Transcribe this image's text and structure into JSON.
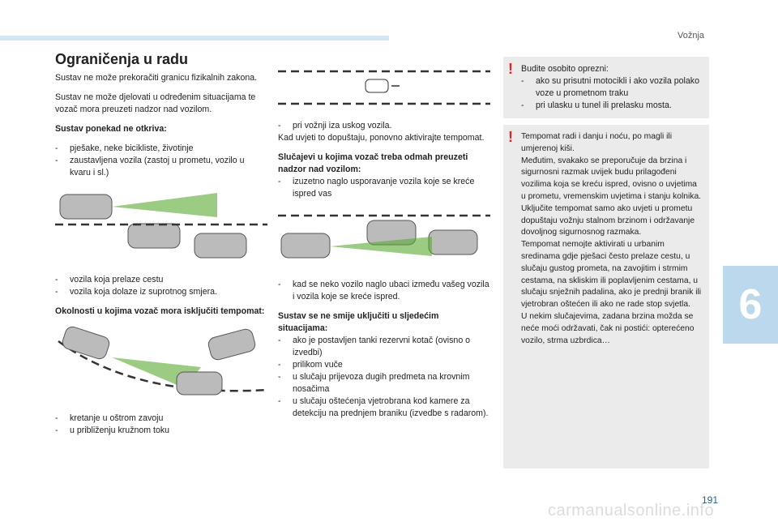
{
  "header": {
    "section": "Vožnja"
  },
  "chapter": "6",
  "page_number": "191",
  "watermark": "carmanualsonline.info",
  "col1": {
    "title": "Ograničenja u radu",
    "intro1": "Sustav ne može prekoračiti granicu fizikalnih zakona.",
    "intro2": "Sustav ne može djelovati u određenim situacijama te vozač mora preuzeti nadzor nad vozilom.",
    "heading1": "Sustav ponekad ne otkriva:",
    "list1": [
      "pješake, neke bicikliste, životinje",
      "zaustavljena vozila (zastoj u prometu, vozilo u kvaru i sl.)"
    ],
    "list2": [
      "vozila koja prelaze cestu",
      "vozila koja dolaze iz suprotnog smjera."
    ],
    "heading2": "Okolnosti u kojima vozač mora isključiti tempomat:",
    "list3": [
      "kretanje u oštrom zavoju",
      "u približenju kružnom toku"
    ]
  },
  "col2": {
    "list1": [
      "pri vožnji iza uskog vozila."
    ],
    "text1": "Kad uvjeti to dopuštaju, ponovno aktivirajte tempomat.",
    "heading1": "Slučajevi u kojima vozač treba odmah preuzeti nadzor nad vozilom:",
    "list2": [
      "izuzetno naglo usporavanje vozila koje se kreće ispred vas"
    ],
    "list3": [
      "kad se neko vozilo naglo ubaci između vašeg vozila i vozila koje se kreće ispred."
    ],
    "heading2": "Sustav se ne smije uključiti u sljedećim situacijama:",
    "list4": [
      "ako je postavljen tanki rezervni kotač (ovisno o izvedbi)",
      "prilikom vuče",
      "u slučaju prijevoza dugih predmeta na krovnim nosačima",
      "u slučaju oštećenja vjetrobrana kod kamere za detekciju na prednjem braniku (izvedbe s radarom)."
    ]
  },
  "col3": {
    "warn1_text": "Budite osobito oprezni:",
    "warn1_list": [
      "ako su prisutni motocikli i ako vozila polako voze u prometnom traku",
      "pri ulasku u tunel ili prelasku mosta."
    ],
    "warn2_text": "Tempomat radi i danju i noću, po magli ili umjerenoj kiši.\nMeđutim, svakako se preporučuje da brzina i sigurnosni razmak uvijek budu prilagođeni vozilima koja se kreću ispred, ovisno o uvjetima u prometu, vremenskim uvjetima i stanju kolnika.\nUključite tempomat samo ako uvjeti u prometu dopuštaju vožnju stalnom brzinom i održavanje dovoljnog sigurnosnog razmaka.\nTempomat nemojte aktivirati u urbanim sredinama gdje pješaci često prelaze cestu, u slučaju gustog prometa, na zavojitim i strmim cestama, na skliskim ili poplavljenim cestama, u slučaju snježnih padalina, ako je prednji branik ili vjetrobran oštećen ili ako ne rade stop svjetla.\nU nekim slučajevima, zadana brzina možda se neće moći održavati, čak ni postići: opterećeno vozilo, strma uzbrdica…"
  },
  "colors": {
    "accent_blue": "#1b5e9a",
    "tab_blue": "#bcd8ec",
    "warn_red": "#d42a2a",
    "box_grey": "#ebebeb",
    "beam_green": "#5aa832"
  }
}
